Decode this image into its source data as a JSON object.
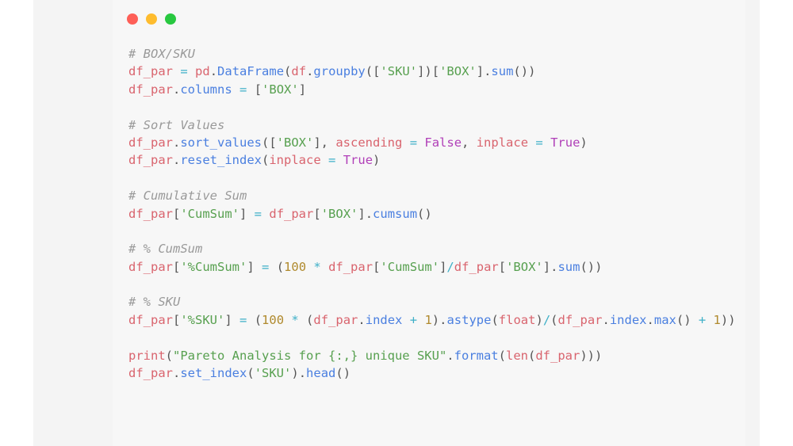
{
  "window_controls": [
    "close",
    "minimize",
    "maximize"
  ],
  "code_lines": [
    [
      [
        "cm",
        "# BOX/SKU"
      ]
    ],
    [
      [
        "var",
        "df_par"
      ],
      [
        "p",
        " "
      ],
      [
        "op",
        "="
      ],
      [
        "p",
        " "
      ],
      [
        "var",
        "pd"
      ],
      [
        "p",
        "."
      ],
      [
        "fn",
        "DataFrame"
      ],
      [
        "p",
        "("
      ],
      [
        "var",
        "df"
      ],
      [
        "p",
        "."
      ],
      [
        "fn",
        "groupby"
      ],
      [
        "p",
        "(["
      ],
      [
        "str",
        "'SKU'"
      ],
      [
        "p",
        "])["
      ],
      [
        "str",
        "'BOX'"
      ],
      [
        "p",
        "]."
      ],
      [
        "fn",
        "sum"
      ],
      [
        "p",
        "())"
      ]
    ],
    [
      [
        "var",
        "df_par"
      ],
      [
        "p",
        "."
      ],
      [
        "fn",
        "columns"
      ],
      [
        "p",
        " "
      ],
      [
        "op",
        "="
      ],
      [
        "p",
        " ["
      ],
      [
        "str",
        "'BOX'"
      ],
      [
        "p",
        "]"
      ]
    ],
    [],
    [
      [
        "cm",
        "# Sort Values"
      ]
    ],
    [
      [
        "var",
        "df_par"
      ],
      [
        "p",
        "."
      ],
      [
        "fn",
        "sort_values"
      ],
      [
        "p",
        "(["
      ],
      [
        "str",
        "'BOX'"
      ],
      [
        "p",
        "], "
      ],
      [
        "var",
        "ascending"
      ],
      [
        "p",
        " "
      ],
      [
        "op",
        "="
      ],
      [
        "p",
        " "
      ],
      [
        "kw",
        "False"
      ],
      [
        "p",
        ", "
      ],
      [
        "var",
        "inplace"
      ],
      [
        "p",
        " "
      ],
      [
        "op",
        "="
      ],
      [
        "p",
        " "
      ],
      [
        "kw",
        "True"
      ],
      [
        "p",
        ")"
      ]
    ],
    [
      [
        "var",
        "df_par"
      ],
      [
        "p",
        "."
      ],
      [
        "fn",
        "reset_index"
      ],
      [
        "p",
        "("
      ],
      [
        "var",
        "inplace"
      ],
      [
        "p",
        " "
      ],
      [
        "op",
        "="
      ],
      [
        "p",
        " "
      ],
      [
        "kw",
        "True"
      ],
      [
        "p",
        ")"
      ]
    ],
    [],
    [
      [
        "cm",
        "# Cumulative Sum"
      ]
    ],
    [
      [
        "var",
        "df_par"
      ],
      [
        "p",
        "["
      ],
      [
        "str",
        "'CumSum'"
      ],
      [
        "p",
        "] "
      ],
      [
        "op",
        "="
      ],
      [
        "p",
        " "
      ],
      [
        "var",
        "df_par"
      ],
      [
        "p",
        "["
      ],
      [
        "str",
        "'BOX'"
      ],
      [
        "p",
        "]."
      ],
      [
        "fn",
        "cumsum"
      ],
      [
        "p",
        "()"
      ]
    ],
    [],
    [
      [
        "cm",
        "# % CumSum"
      ]
    ],
    [
      [
        "var",
        "df_par"
      ],
      [
        "p",
        "["
      ],
      [
        "str",
        "'%CumSum'"
      ],
      [
        "p",
        "] "
      ],
      [
        "op",
        "="
      ],
      [
        "p",
        " ("
      ],
      [
        "num",
        "100"
      ],
      [
        "p",
        " "
      ],
      [
        "op",
        "*"
      ],
      [
        "p",
        " "
      ],
      [
        "var",
        "df_par"
      ],
      [
        "p",
        "["
      ],
      [
        "str",
        "'CumSum'"
      ],
      [
        "p",
        "]"
      ],
      [
        "op",
        "/"
      ],
      [
        "var",
        "df_par"
      ],
      [
        "p",
        "["
      ],
      [
        "str",
        "'BOX'"
      ],
      [
        "p",
        "]."
      ],
      [
        "fn",
        "sum"
      ],
      [
        "p",
        "())"
      ]
    ],
    [],
    [
      [
        "cm",
        "# % SKU"
      ]
    ],
    [
      [
        "var",
        "df_par"
      ],
      [
        "p",
        "["
      ],
      [
        "str",
        "'%SKU'"
      ],
      [
        "p",
        "] "
      ],
      [
        "op",
        "="
      ],
      [
        "p",
        " ("
      ],
      [
        "num",
        "100"
      ],
      [
        "p",
        " "
      ],
      [
        "op",
        "*"
      ],
      [
        "p",
        " ("
      ],
      [
        "var",
        "df_par"
      ],
      [
        "p",
        "."
      ],
      [
        "fn",
        "index"
      ],
      [
        "p",
        " "
      ],
      [
        "op",
        "+"
      ],
      [
        "p",
        " "
      ],
      [
        "num",
        "1"
      ],
      [
        "p",
        ")."
      ],
      [
        "fn",
        "astype"
      ],
      [
        "p",
        "("
      ],
      [
        "var",
        "float"
      ],
      [
        "p",
        ")"
      ],
      [
        "op",
        "/"
      ],
      [
        "p",
        "("
      ],
      [
        "var",
        "df_par"
      ],
      [
        "p",
        "."
      ],
      [
        "fn",
        "index"
      ],
      [
        "p",
        "."
      ],
      [
        "fn",
        "max"
      ],
      [
        "p",
        "() "
      ],
      [
        "op",
        "+"
      ],
      [
        "p",
        " "
      ],
      [
        "num",
        "1"
      ],
      [
        "p",
        "))"
      ]
    ],
    [],
    [
      [
        "var",
        "print"
      ],
      [
        "p",
        "("
      ],
      [
        "str",
        "\"Pareto Analysis for {:,} unique SKU\""
      ],
      [
        "p",
        "."
      ],
      [
        "fn",
        "format"
      ],
      [
        "p",
        "("
      ],
      [
        "var",
        "len"
      ],
      [
        "p",
        "("
      ],
      [
        "var",
        "df_par"
      ],
      [
        "p",
        ")))"
      ]
    ],
    [
      [
        "var",
        "df_par"
      ],
      [
        "p",
        "."
      ],
      [
        "fn",
        "set_index"
      ],
      [
        "p",
        "("
      ],
      [
        "str",
        "'SKU'"
      ],
      [
        "p",
        ")."
      ],
      [
        "fn",
        "head"
      ],
      [
        "p",
        "()"
      ]
    ]
  ]
}
